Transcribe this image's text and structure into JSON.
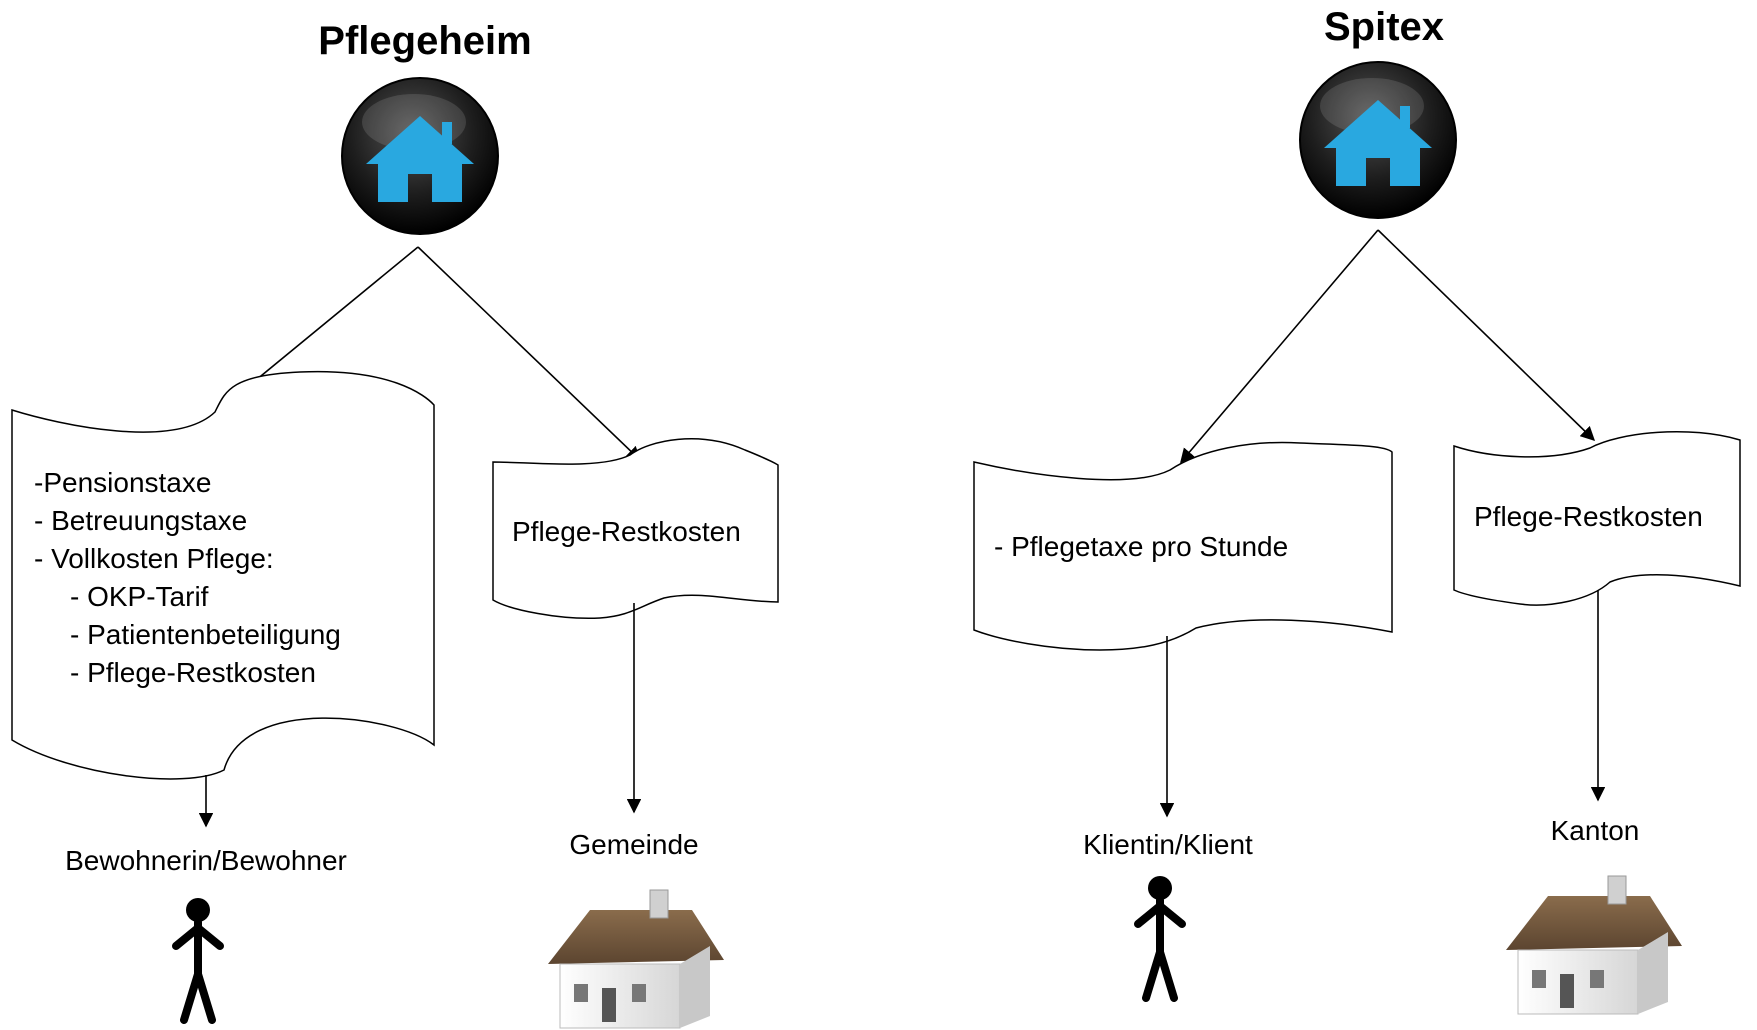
{
  "left": {
    "title": "Pflegeheim",
    "doc_main_lines": [
      "-Pensionstaxe",
      "- Betreuungstaxe",
      "- Vollkosten Pflege:",
      "-  OKP-Tarif",
      "-  Patientenbeteiligung",
      "-  Pflege-Restkosten"
    ],
    "doc_side": "Pflege-Restkosten",
    "payer_person": "Bewohnerin/Bewohner",
    "payer_building": "Gemeinde"
  },
  "right": {
    "title": "Spitex",
    "doc_main": "- Pflegetaxe pro Stunde",
    "doc_side": "Pflege-Restkosten",
    "payer_person": "Klientin/Klient",
    "payer_building": "Kanton"
  },
  "icons": {
    "home_button": "home-button-icon",
    "person": "stick-figure-icon",
    "house": "house-icon"
  },
  "colors": {
    "home_blue": "#29a8e0",
    "button_dark": "#1a1a1a",
    "roof_brown": "#6b5238",
    "wall": "#f2f2f2"
  }
}
